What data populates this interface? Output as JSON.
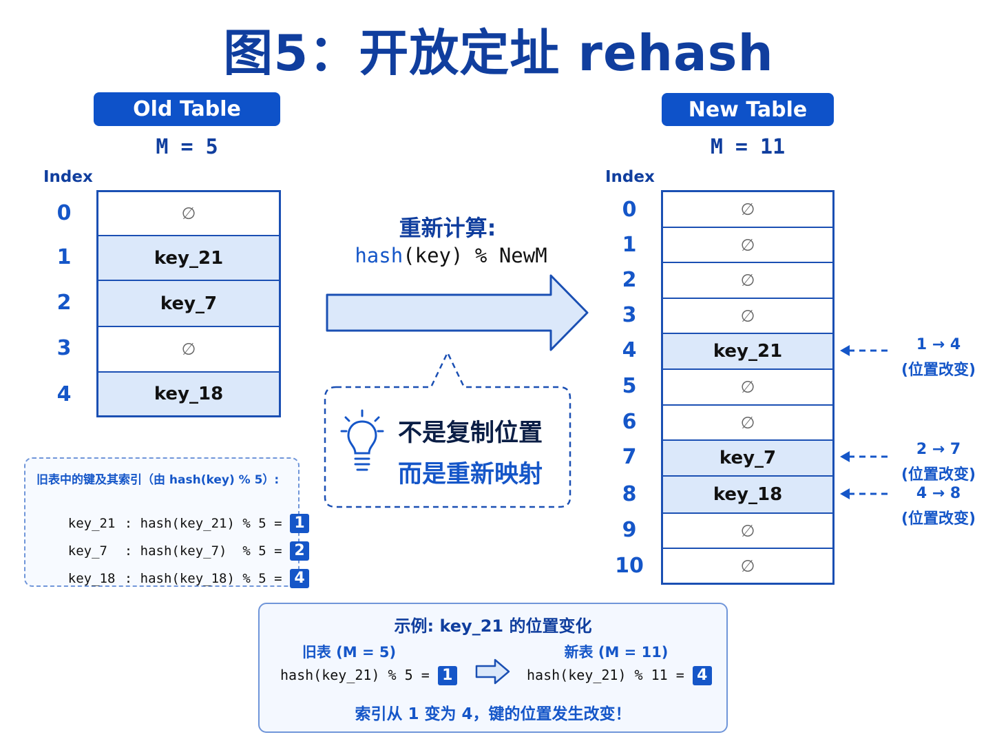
{
  "title": "图5：开放定址 rehash",
  "old_table": {
    "header": "Old Table",
    "m_label": "M = 5",
    "index_title": "Index",
    "rows": [
      {
        "index": "0",
        "value": "∅",
        "filled": false
      },
      {
        "index": "1",
        "value": "key_21",
        "filled": true
      },
      {
        "index": "2",
        "value": "key_7",
        "filled": true
      },
      {
        "index": "3",
        "value": "∅",
        "filled": false
      },
      {
        "index": "4",
        "value": "key_18",
        "filled": true
      }
    ]
  },
  "new_table": {
    "header": "New Table",
    "m_label": "M = 11",
    "index_title": "Index",
    "rows": [
      {
        "index": "0",
        "value": "∅",
        "filled": false
      },
      {
        "index": "1",
        "value": "∅",
        "filled": false
      },
      {
        "index": "2",
        "value": "∅",
        "filled": false
      },
      {
        "index": "3",
        "value": "∅",
        "filled": false
      },
      {
        "index": "4",
        "value": "key_21",
        "filled": true
      },
      {
        "index": "5",
        "value": "∅",
        "filled": false
      },
      {
        "index": "6",
        "value": "∅",
        "filled": false
      },
      {
        "index": "7",
        "value": "key_7",
        "filled": true
      },
      {
        "index": "8",
        "value": "key_18",
        "filled": true
      },
      {
        "index": "9",
        "value": "∅",
        "filled": false
      },
      {
        "index": "10",
        "value": "∅",
        "filled": false
      }
    ]
  },
  "arrow": {
    "label_line1": "重新计算:",
    "label_func": "hash",
    "label_rest": "(key) % NewM"
  },
  "callout": {
    "line1": "不是复制位置",
    "line2": "而是重新映射",
    "icon": "lightbulb-icon"
  },
  "old_keys_note": {
    "title": "旧表中的键及其索引（由 hash(key) % 5）:",
    "rows": [
      {
        "key": "key_21",
        "expr": ": hash(key_21) % 5 =",
        "result": "1"
      },
      {
        "key": "key_7",
        "expr": ": hash(key_7)  % 5 =",
        "result": "2"
      },
      {
        "key": "key_18",
        "expr": ": hash(key_18) % 5 =",
        "result": "4"
      }
    ]
  },
  "annotations": [
    {
      "move": "1 → 4",
      "note": "(位置改变)"
    },
    {
      "move": "2 → 7",
      "note": "(位置改变)"
    },
    {
      "move": "4 → 8",
      "note": "(位置改变)"
    }
  ],
  "example": {
    "title": "示例:  key_21 的位置变化",
    "old_label": "旧表 (M = 5)",
    "old_expr": "hash(key_21) % 5 =",
    "old_result": "1",
    "new_label": "新表 (M = 11)",
    "new_expr": "hash(key_21) % 11 =",
    "new_result": "4",
    "conclusion": "索引从 1 变为 4，键的位置发生改变！"
  },
  "colors": {
    "primary": "#0e52c9",
    "dark_blue": "#103e9e",
    "fill": "#dbe8fa",
    "border": "#1a4fb3"
  }
}
